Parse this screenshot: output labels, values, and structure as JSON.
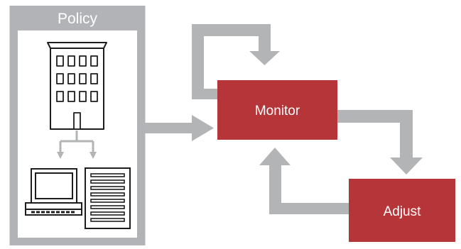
{
  "policy": {
    "title": "Policy"
  },
  "monitor": {
    "label": "Monitor"
  },
  "adjust": {
    "label": "Adjust"
  },
  "colors": {
    "frame_gray": "#b1b3b6",
    "arrow_gray": "#b3b4b6",
    "box_red": "#b63538",
    "line_dark": "#1d1d1d",
    "text_white": "#ffffff"
  },
  "icons": [
    "office-building-icon",
    "desktop-computer-icon",
    "document-icon",
    "branch-arrows-icon"
  ]
}
